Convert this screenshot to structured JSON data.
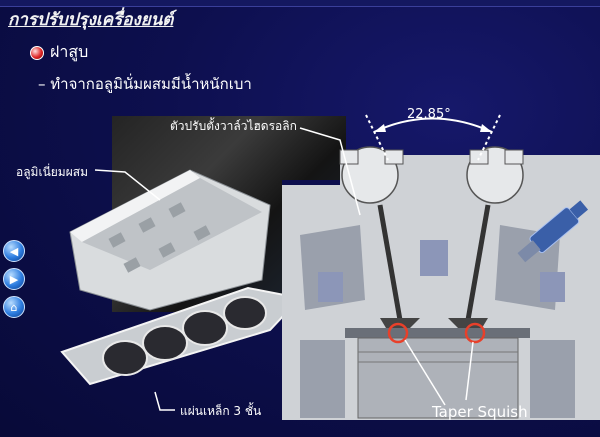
{
  "slide": {
    "title": "การปรับปรุงเครื่องยนต์",
    "bullet_main": "ฝาสูบ",
    "bullet_sub": "– ทำจากอลูมินั่มผสมมีน้ำหนักเบา"
  },
  "labels": {
    "alloy": "อลูมิเนี่ยมผสม",
    "valve_adjuster": "ตัวปรับตั้งวาล์วไฮดรอลิก",
    "angle": "22.85°",
    "gasket": "แผ่นเหล็ก 3 ชั้น",
    "squish": "Taper Squish"
  },
  "nav": {
    "prev_icon": "left-arrow-icon",
    "next_icon": "right-arrow-icon",
    "home_icon": "home-icon"
  },
  "colors": {
    "background": "#0d0f4e",
    "highlight_circle": "#e8402a"
  }
}
